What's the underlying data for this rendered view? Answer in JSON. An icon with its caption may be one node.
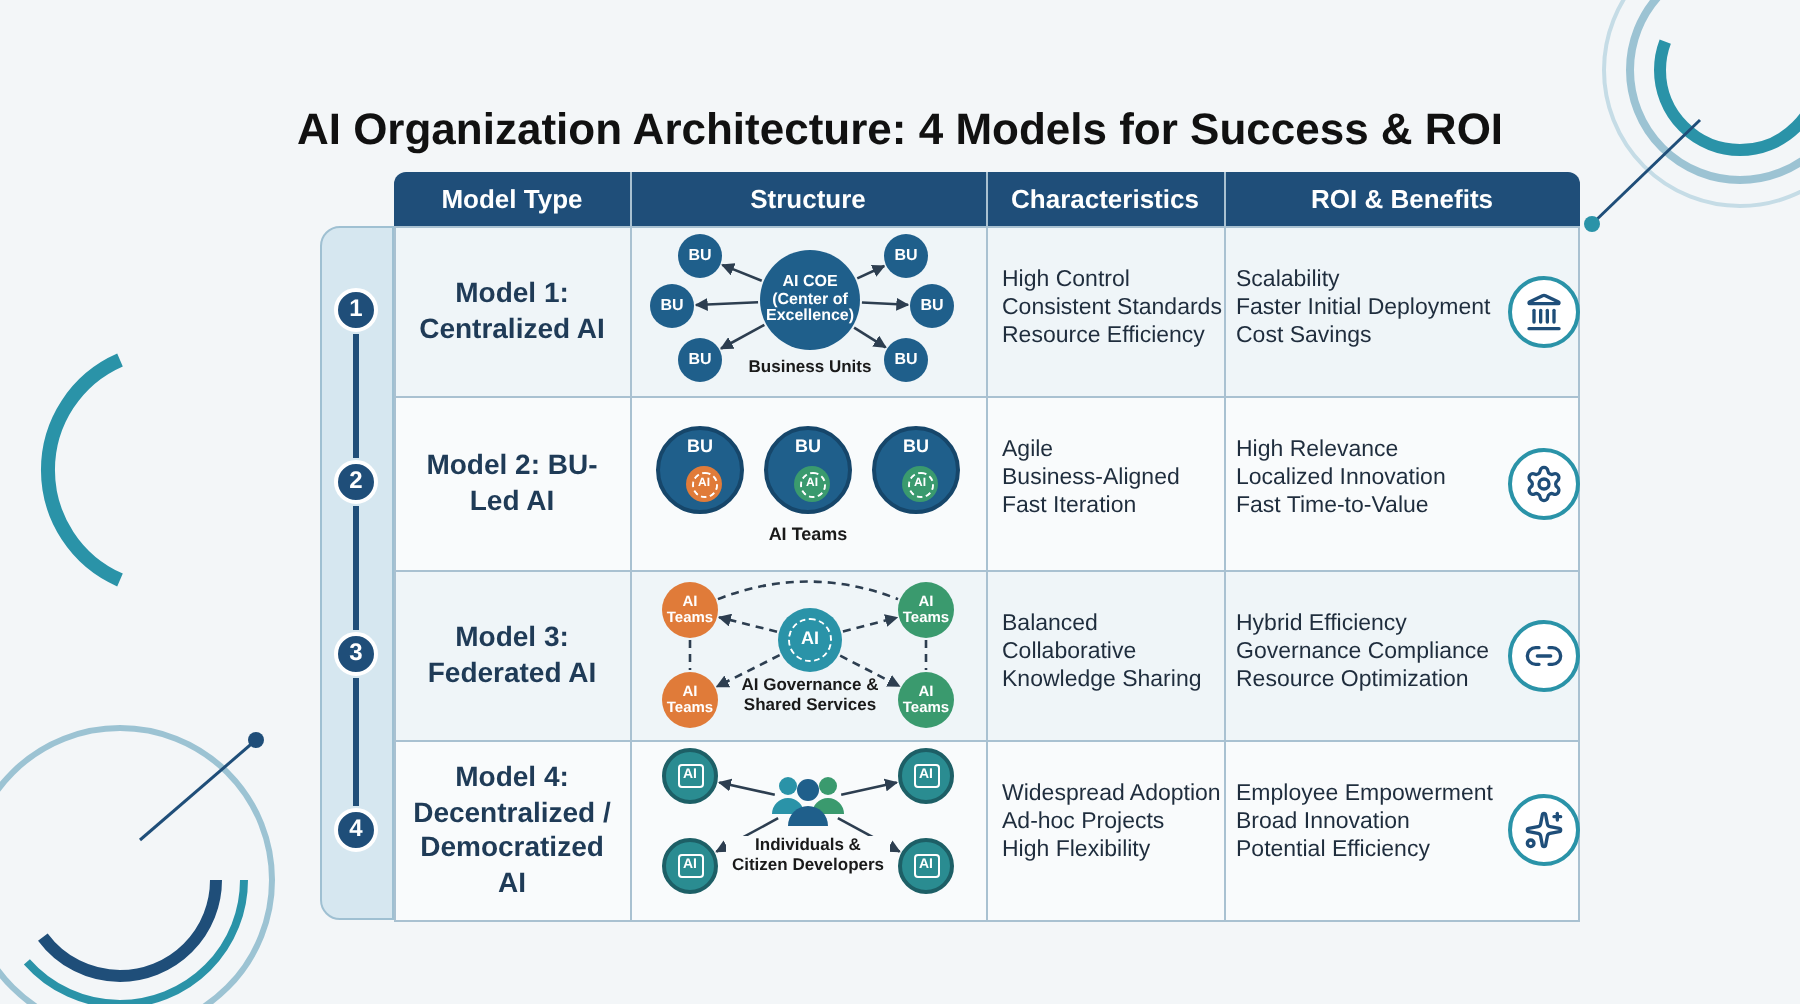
{
  "diagram": {
    "title": "AI Organization Architecture: 4 Models for Success & ROI",
    "nodes": [
      {
        "text": [
          "BU"
        ]
      },
      {
        "text": [
          "BU"
        ]
      },
      {
        "text": [
          "BU"
        ]
      },
      {
        "text": [
          "AI COE (Center of Excellence)"
        ],
        "beside": [
          "Business Units"
        ]
      },
      {
        "text": [
          "BU"
        ]
      },
      {
        "text": [
          "BU"
        ]
      },
      {
        "text": [
          "BU"
        ]
      },
      {
        "text": [
          "BU"
        ]
      },
      {
        "text": [
          "AI"
        ],
        "in": 7
      },
      {
        "text": [
          "BU"
        ]
      },
      {
        "text": [
          "AI"
        ],
        "in": 9
      },
      {
        "text": [
          "BU"
        ]
      },
      {
        "text": [
          "AI"
        ],
        "in": 11
      },
      {
        "text": [
          "AI Teams"
        ]
      },
      {
        "text": [
          "AI Teams"
        ]
      },
      {
        "text": [
          "AI"
        ],
        "beside": [
          "AI Governance & Shared Services"
        ]
      },
      {
        "text": [
          "AI Teams"
        ]
      },
      {
        "text": [
          "AI Teams"
        ]
      },
      {
        "text": [
          "AI"
        ]
      },
      {
        "text": [
          "AI"
        ]
      },
      {
        "text": [],
        "shape": "person",
        "beside": [
          "Individuals & Citizen Developers"
        ]
      },
      {
        "text": [
          "AI"
        ]
      },
      {
        "text": [
          "AI"
        ]
      },
      {
        "text": [
          "1"
        ]
      },
      {
        "text": [
          "2"
        ]
      },
      {
        "text": [
          "3"
        ]
      },
      {
        "text": [
          "4"
        ]
      }
    ],
    "edges": [
      {
        "from": 3,
        "to": 0,
        "arrow": "to"
      },
      {
        "from": 3,
        "to": 1,
        "arrow": "to"
      },
      {
        "from": 3,
        "to": 2,
        "arrow": "to"
      },
      {
        "from": 3,
        "to": 4,
        "arrow": "to"
      },
      {
        "from": 3,
        "to": 5,
        "arrow": "to"
      },
      {
        "from": 3,
        "to": 6,
        "arrow": "to"
      },
      {
        "from": 15,
        "to": 13,
        "arrow": "to",
        "style": "dashed"
      },
      {
        "from": 15,
        "to": 14,
        "arrow": "to",
        "style": "dashed"
      },
      {
        "from": 15,
        "to": 16,
        "arrow": "to",
        "style": "dashed"
      },
      {
        "from": 15,
        "to": 17,
        "arrow": "to",
        "style": "dashed"
      },
      {
        "from": 13,
        "to": 14,
        "arrow": "none",
        "style": "dashed"
      },
      {
        "from": 13,
        "to": 16,
        "arrow": "none",
        "style": "dashed"
      },
      {
        "from": 14,
        "to": 17,
        "arrow": "none",
        "style": "dashed"
      },
      {
        "from": 20,
        "to": 18,
        "arrow": "to"
      },
      {
        "from": 20,
        "to": 19,
        "arrow": "to"
      },
      {
        "from": 20,
        "to": 21,
        "arrow": "to"
      },
      {
        "from": 20,
        "to": 22,
        "arrow": "to"
      },
      {
        "from": 23,
        "to": 24,
        "arrow": "none",
        "style": "thick",
        "color": "#1f4e79"
      },
      {
        "from": 24,
        "to": 25,
        "arrow": "none",
        "style": "thick",
        "color": "#1f4e79"
      },
      {
        "from": 25,
        "to": 26,
        "arrow": "none",
        "style": "thick",
        "color": "#1f4e79"
      }
    ],
    "labels": [
      "Model Type",
      "Structure",
      "Characteristics",
      "ROI & Benefits",
      "Model 1: Centralized AI",
      "High Control",
      "Consistent Standards",
      "Resource Efficiency",
      "Scalability",
      "Faster Initial Deployment",
      "Cost Savings",
      "Model 2: BU-Led AI",
      "AI Teams",
      "Agile",
      "Business-Aligned",
      "Fast Iteration",
      "High Relevance",
      "Localized Innovation",
      "Fast Time-to-Value",
      "Model 3: Federated AI",
      "Balanced",
      "Collaborative",
      "Knowledge Sharing",
      "Hybrid Efficiency",
      "Governance Compliance",
      "Resource Optimization",
      "Model 4: Decentralized / Democratized AI",
      "Widespread Adoption",
      "Ad-hoc Projects",
      "High Flexibility",
      "Employee Empowerment",
      "Broad Innovation",
      "Potential Efficiency"
    ]
  }
}
